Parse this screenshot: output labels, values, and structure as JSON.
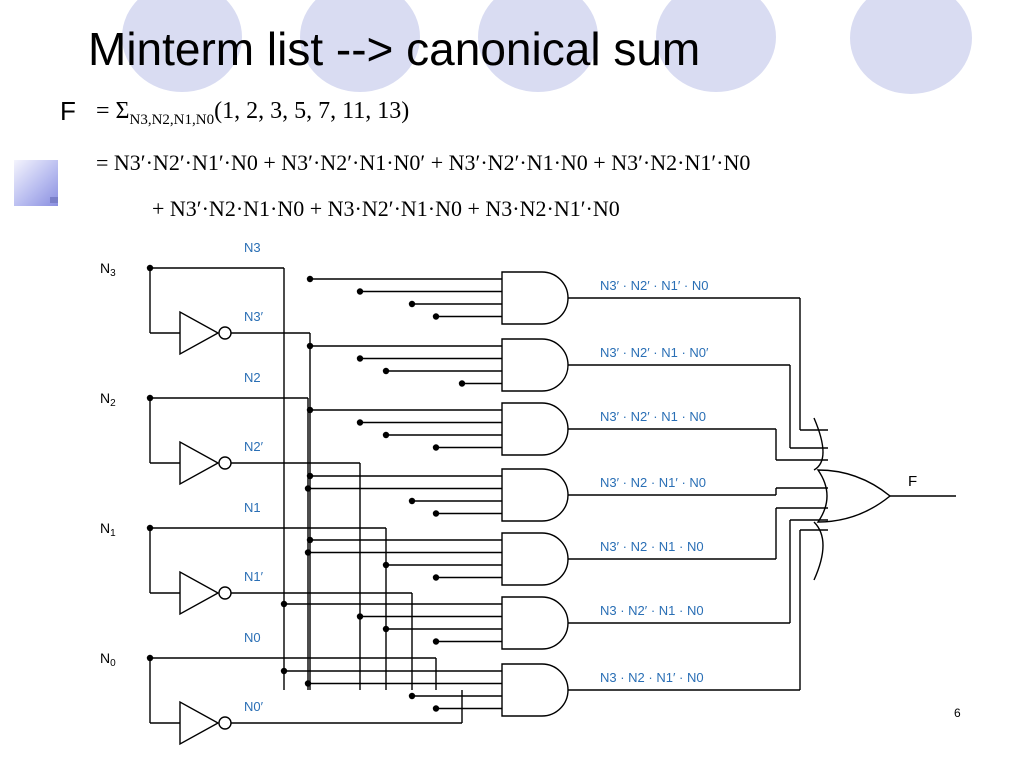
{
  "slide": {
    "title": "Minterm list --> canonical sum",
    "function_name": "F",
    "equation_line1": "=  Σ",
    "equation_line1_vars": "N3,N2,N1,N0",
    "equation_line1_terms": "(1, 2, 3, 5, 7, 11, 13)",
    "equation_line2": "=  N3′·N2′·N1′·N0 + N3′·N2′·N1·N0′ + N3′·N2′·N1·N0 + N3′·N2·N1′·N0",
    "equation_line3": "+ N3′·N2·N1·N0 + N3·N2′·N1·N0 + N3·N2·N1′·N0",
    "page_number": "6"
  },
  "circuit": {
    "inputs": [
      "N3",
      "N2",
      "N1",
      "N0"
    ],
    "true_labels": [
      "N3",
      "N2",
      "N1",
      "N0"
    ],
    "complement_labels": [
      "N3′",
      "N2′",
      "N1′",
      "N0′"
    ],
    "product_terms": [
      "N3′ · N2′ · N1′ · N0",
      "N3′ · N2′ · N1 · N0′",
      "N3′ · N2′ · N1 · N0",
      "N3′ · N2 · N1′ · N0",
      "N3′ · N2 · N1 · N0",
      "N3 · N2′ · N1 · N0",
      "N3 · N2 · N1′ · N0"
    ],
    "output_label": "F",
    "colors": {
      "wire": "#000000",
      "label": "#2a6fb5",
      "decor": "#d9dcf2"
    }
  }
}
